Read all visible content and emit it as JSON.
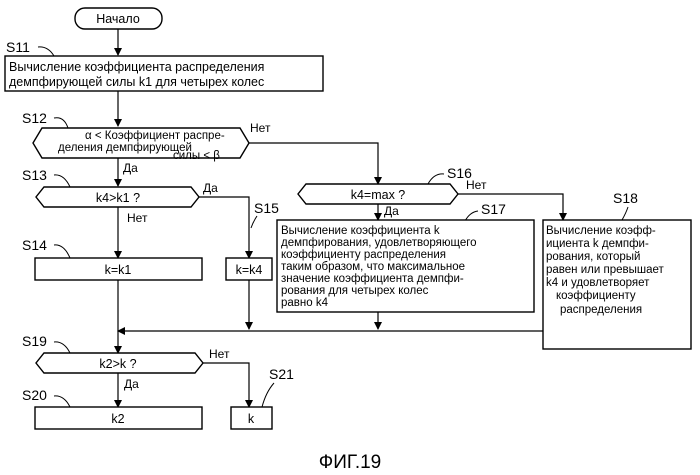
{
  "start": "Начало",
  "steps": {
    "s11": {
      "label": "S11",
      "lines": [
        "Вычисление коэффициента распределения",
        "демпфирующей силы k1 для четырех колес"
      ]
    },
    "s12": {
      "label": "S12",
      "lines": [
        "α < Коэффициент распре-",
        "деления демпфирующей",
        "силы < β"
      ]
    },
    "s13": {
      "label": "S13",
      "text": "k4>k1 ?"
    },
    "s14": {
      "label": "S14",
      "text": "k=k1"
    },
    "s15": {
      "label": "S15",
      "text": "k=k4"
    },
    "s16": {
      "label": "S16",
      "text": "k4=max ?"
    },
    "s17": {
      "label": "S17",
      "lines": [
        "Вычисление коэффициента k",
        "демпфирования, удовлетворяющего",
        "коэффициенту распределения",
        "таким образом, что максимальное",
        "значение коэффициента демпфи-",
        "рования для четырех колес",
        "равно k4"
      ]
    },
    "s18": {
      "label": "S18",
      "lines": [
        "Вычисление коэфф-",
        "ициента k демпфи-",
        "рования, который",
        "равен или превышает",
        "k4 и удовлетворяет",
        "коэффициенту",
        "распределения"
      ]
    },
    "s19": {
      "label": "S19",
      "text": "k2>k ?"
    },
    "s20": {
      "label": "S20",
      "text": "k2"
    },
    "s21": {
      "label": "S21",
      "text": "k"
    }
  },
  "branches": {
    "yes": "Да",
    "no": "Нет"
  },
  "figure_caption": "ФИГ.19"
}
